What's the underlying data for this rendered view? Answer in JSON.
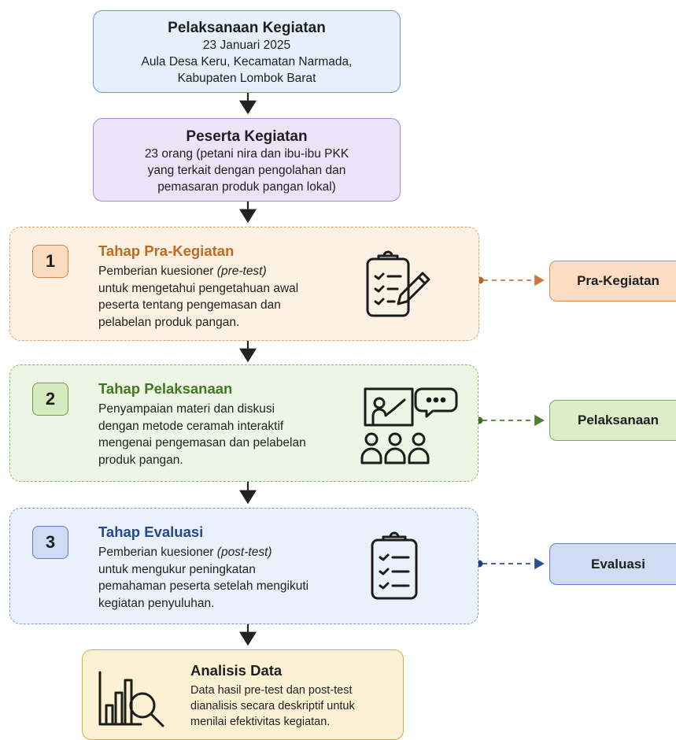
{
  "pelaksanaan": {
    "title": "Pelaksanaan Kegiatan",
    "lines": [
      "23 Januari 2025",
      "Aula Desa Keru, Kecamatan Narmada,",
      "Kabupaten Lombok Barat"
    ]
  },
  "peserta": {
    "title": "Peserta Kegiatan",
    "lines": [
      "23 orang (petani nira dan ibu-ibu PKK",
      "yang terkait dengan pengolahan dan",
      "pemasaran produk pangan lokal)"
    ]
  },
  "stages": [
    {
      "number": "1",
      "title": "Tahap Pra-Kegiatan",
      "line1_prefix": "Pemberian kuesioner ",
      "line1_italic": "(pre-test)",
      "lines": [
        "untuk mengetahui pengetahuan awal",
        "peserta tentang pengemasan dan",
        "pelabelan produk pangan."
      ],
      "pill": "Pra-Kegiatan",
      "icon": "clipboard-pencil-icon"
    },
    {
      "number": "2",
      "title": "Tahap Pelaksanaan",
      "lines": [
        "Penyampaian materi dan diskusi",
        "dengan metode ceramah interaktif",
        "mengenai pengemasan dan pelabelan",
        "produk pangan."
      ],
      "pill": "Pelaksanaan",
      "icon": "presentation-audience-icon"
    },
    {
      "number": "3",
      "title": "Tahap Evaluasi",
      "line1_prefix": "Pemberian kuesioner ",
      "line1_italic": "(post-test)",
      "lines": [
        "untuk mengukur peningkatan",
        "pemahaman peserta setelah mengikuti",
        "kegiatan penyuluhan."
      ],
      "pill": "Evaluasi",
      "icon": "clipboard-checklist-icon"
    }
  ],
  "analisis": {
    "title": "Analisis Data",
    "lines": [
      "Data hasil pre-test dan post-test",
      "dianalisis secara deskriptif untuk",
      "menilai efektivitas kegiatan."
    ],
    "icon": "chart-magnifier-icon"
  }
}
